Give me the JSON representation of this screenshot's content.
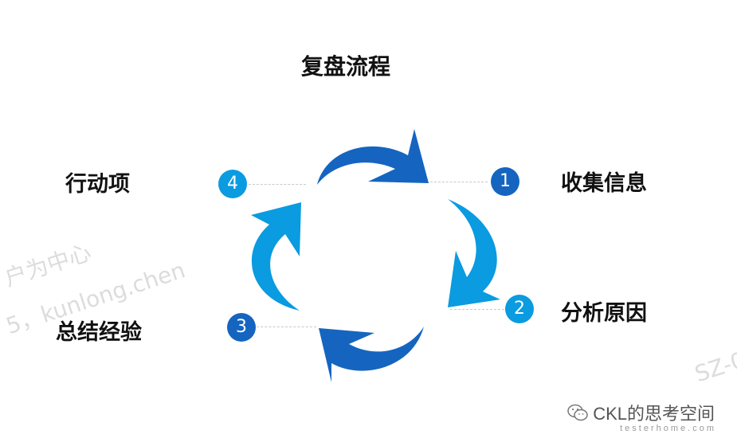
{
  "title": "复盘流程",
  "steps": [
    {
      "number": "1",
      "label": "收集信息",
      "color": "#1565c0"
    },
    {
      "number": "2",
      "label": "分析原因",
      "color": "#0a9be0"
    },
    {
      "number": "3",
      "label": "总结经验",
      "color": "#1565c0"
    },
    {
      "number": "4",
      "label": "行动项",
      "color": "#0a9be0"
    }
  ],
  "arrow_colors": {
    "dark": "#1565c0",
    "light": "#0a9be0"
  },
  "watermark": {
    "line1": "户为中心",
    "line2": "5，kunlong.chen",
    "right": "SZ-0"
  },
  "brand": {
    "name": "CKL的思考空间",
    "site": "testerhome.com",
    "icon": "wechat-icon"
  }
}
